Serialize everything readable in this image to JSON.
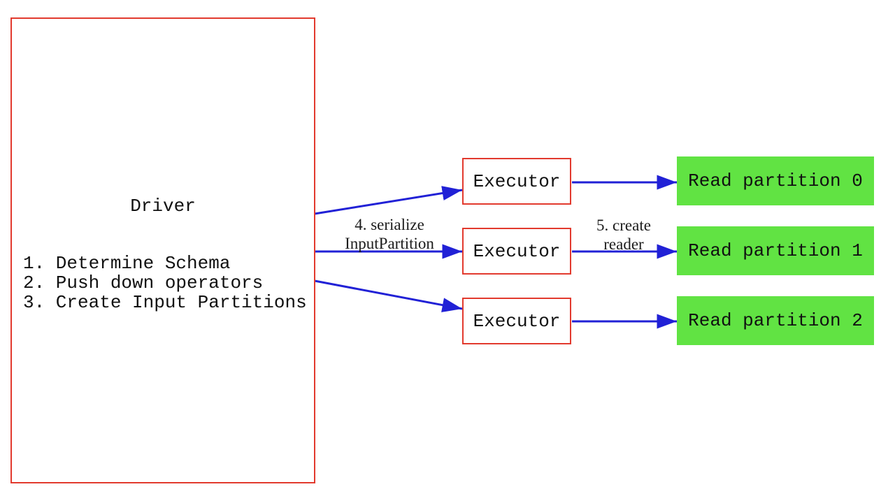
{
  "colors": {
    "box_border": "#e23a2e",
    "arrow": "#2121d6",
    "partition_fill": "#61e343",
    "text": "#111111",
    "edge_label_text": "#1c1c1c"
  },
  "driver": {
    "title": "Driver",
    "steps": [
      "1. Determine Schema",
      "2. Push down operators",
      "3. Create Input Partitions"
    ]
  },
  "executors": [
    {
      "label": "Executor"
    },
    {
      "label": "Executor"
    },
    {
      "label": "Executor"
    }
  ],
  "partitions": [
    {
      "label": "Read partition 0"
    },
    {
      "label": "Read partition 1"
    },
    {
      "label": "Read partition 2"
    }
  ],
  "edge_labels": {
    "serialize": {
      "line1": "4. serialize",
      "line2": "InputPartition"
    },
    "create_reader": {
      "line1": "5. create",
      "line2": "reader"
    }
  }
}
